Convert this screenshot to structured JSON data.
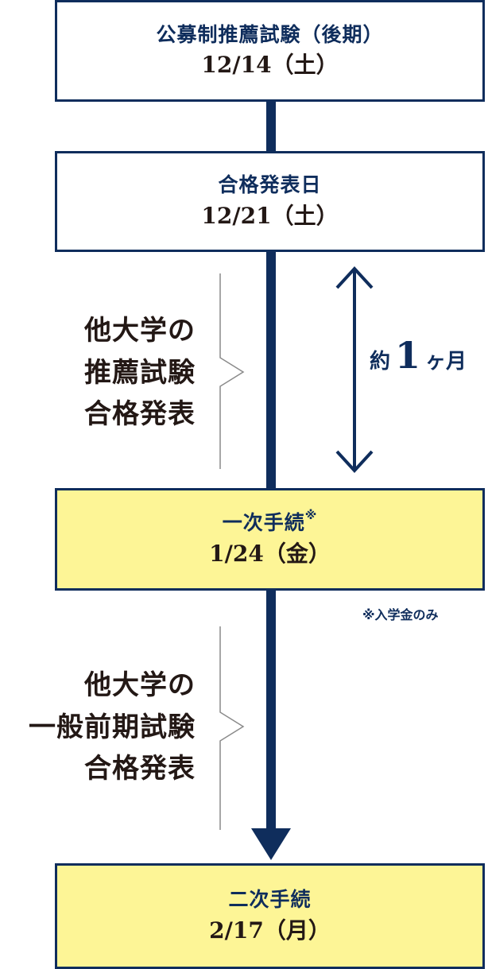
{
  "steps": [
    {
      "title": "公募制推薦試験（後期）",
      "date": "12/14（土）"
    },
    {
      "title": "合格発表日",
      "date": "12/21（土）"
    },
    {
      "title": "一次手続",
      "title_mark": "※",
      "date": "1/24（金）"
    },
    {
      "title": "二次手続",
      "date": "2/17（月）"
    }
  ],
  "side_notes": [
    {
      "lines": [
        "他大学の",
        "推薦試験",
        "合格発表"
      ]
    },
    {
      "lines": [
        "他大学の",
        "一般前期試験",
        "合格発表"
      ]
    }
  ],
  "duration": {
    "prefix": "約",
    "number": "1",
    "suffix": "ヶ月"
  },
  "footnote": "※入学金のみ",
  "colors": {
    "navy": "#0f2d5c",
    "yellow": "#fdf596",
    "text": "#231815",
    "bracket": "#8a8a8a"
  }
}
